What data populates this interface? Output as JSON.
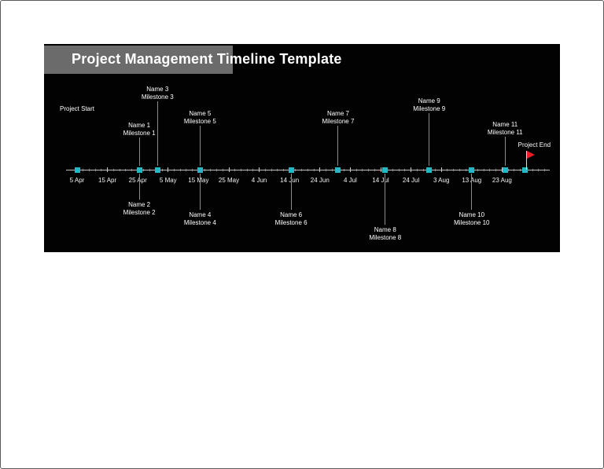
{
  "chart_data": {
    "type": "timeline",
    "title": "Project Management Timeline Template",
    "axis_tick_labels": [
      "5 Apr",
      "15 Apr",
      "25 Apr",
      "5 May",
      "15 May",
      "25 May",
      "4 Jun",
      "14 Jun",
      "24 Jun",
      "4 Jul",
      "14 Jul",
      "24 Jul",
      "3 Aug",
      "13 Aug",
      "23 Aug"
    ],
    "axis_range": [
      "5 Apr",
      "23 Aug"
    ],
    "minor_ticks_per_interval": 5,
    "milestones": [
      {
        "name": "Project Start",
        "label": "",
        "pos": 0,
        "side": "above",
        "dist": 72,
        "kind": "start"
      },
      {
        "name": "Name 1",
        "label": "Milestone 1",
        "pos": 2.05,
        "side": "above",
        "dist": 41,
        "kind": "milestone"
      },
      {
        "name": "Name 2",
        "label": "Milestone 2",
        "pos": 2.05,
        "side": "below",
        "dist": 40,
        "kind": "milestone"
      },
      {
        "name": "Name 3",
        "label": "Milestone 3",
        "pos": 2.65,
        "side": "above",
        "dist": 87,
        "kind": "milestone"
      },
      {
        "name": "Name 4",
        "label": "Milestone 4",
        "pos": 4.05,
        "side": "below",
        "dist": 53,
        "kind": "milestone"
      },
      {
        "name": "Name 5",
        "label": "Milestone 5",
        "pos": 4.05,
        "side": "above",
        "dist": 56,
        "kind": "milestone"
      },
      {
        "name": "Name 6",
        "label": "Milestone 6",
        "pos": 7.05,
        "side": "below",
        "dist": 53,
        "kind": "milestone"
      },
      {
        "name": "Name 7",
        "label": "Milestone 7",
        "pos": 8.6,
        "side": "above",
        "dist": 56,
        "kind": "milestone"
      },
      {
        "name": "Name 8",
        "label": "Milestone 8",
        "pos": 10.15,
        "side": "below",
        "dist": 72,
        "kind": "milestone"
      },
      {
        "name": "Name 9",
        "label": "Milestone 9",
        "pos": 11.6,
        "side": "above",
        "dist": 72,
        "kind": "milestone"
      },
      {
        "name": "Name 10",
        "label": "Milestone 10",
        "pos": 13.0,
        "side": "below",
        "dist": 53,
        "kind": "milestone"
      },
      {
        "name": "Name 11",
        "label": "Milestone 11",
        "pos": 14.1,
        "side": "above",
        "dist": 42,
        "kind": "milestone"
      },
      {
        "name": "Project End",
        "label": "",
        "pos": 14.75,
        "side": "above",
        "dist": 26,
        "kind": "end"
      }
    ],
    "colors": {
      "marker": "#26b7c7",
      "flag": "#ed1c24",
      "background": "#020202",
      "banner": "#6b6b6b",
      "text": "#ffffff"
    }
  }
}
